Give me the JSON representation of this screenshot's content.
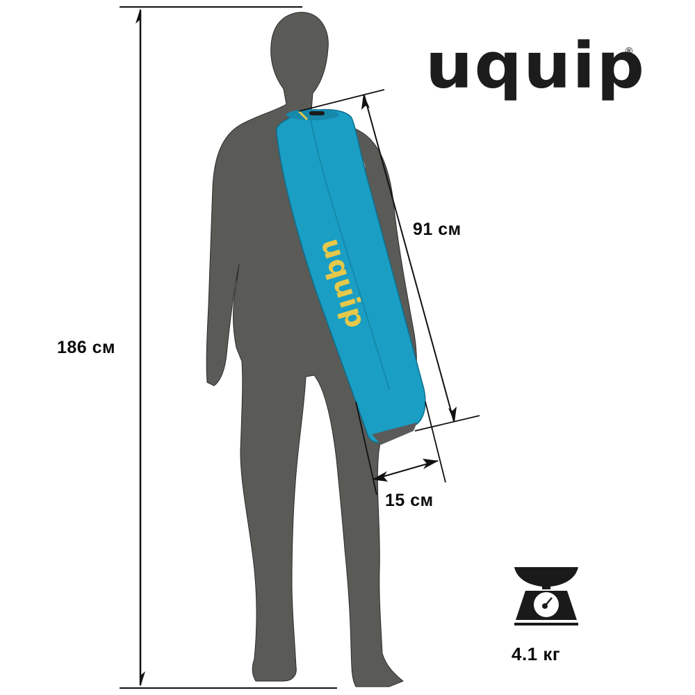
{
  "brand": {
    "logo_text": "uquip",
    "registered_mark": "®",
    "logo_color": "#1c1c1c"
  },
  "figure": {
    "silhouette_color": "#5a5a57",
    "bag_color": "#1a9ec4",
    "bag_logo_text": "uquip",
    "bag_logo_color": "#e6c84a"
  },
  "dimensions": {
    "person_height": "186 см",
    "bag_length": "91 см",
    "bag_diameter": "15 см"
  },
  "weight": {
    "icon": "kitchen-scale-icon",
    "value": "4.1 кг"
  }
}
